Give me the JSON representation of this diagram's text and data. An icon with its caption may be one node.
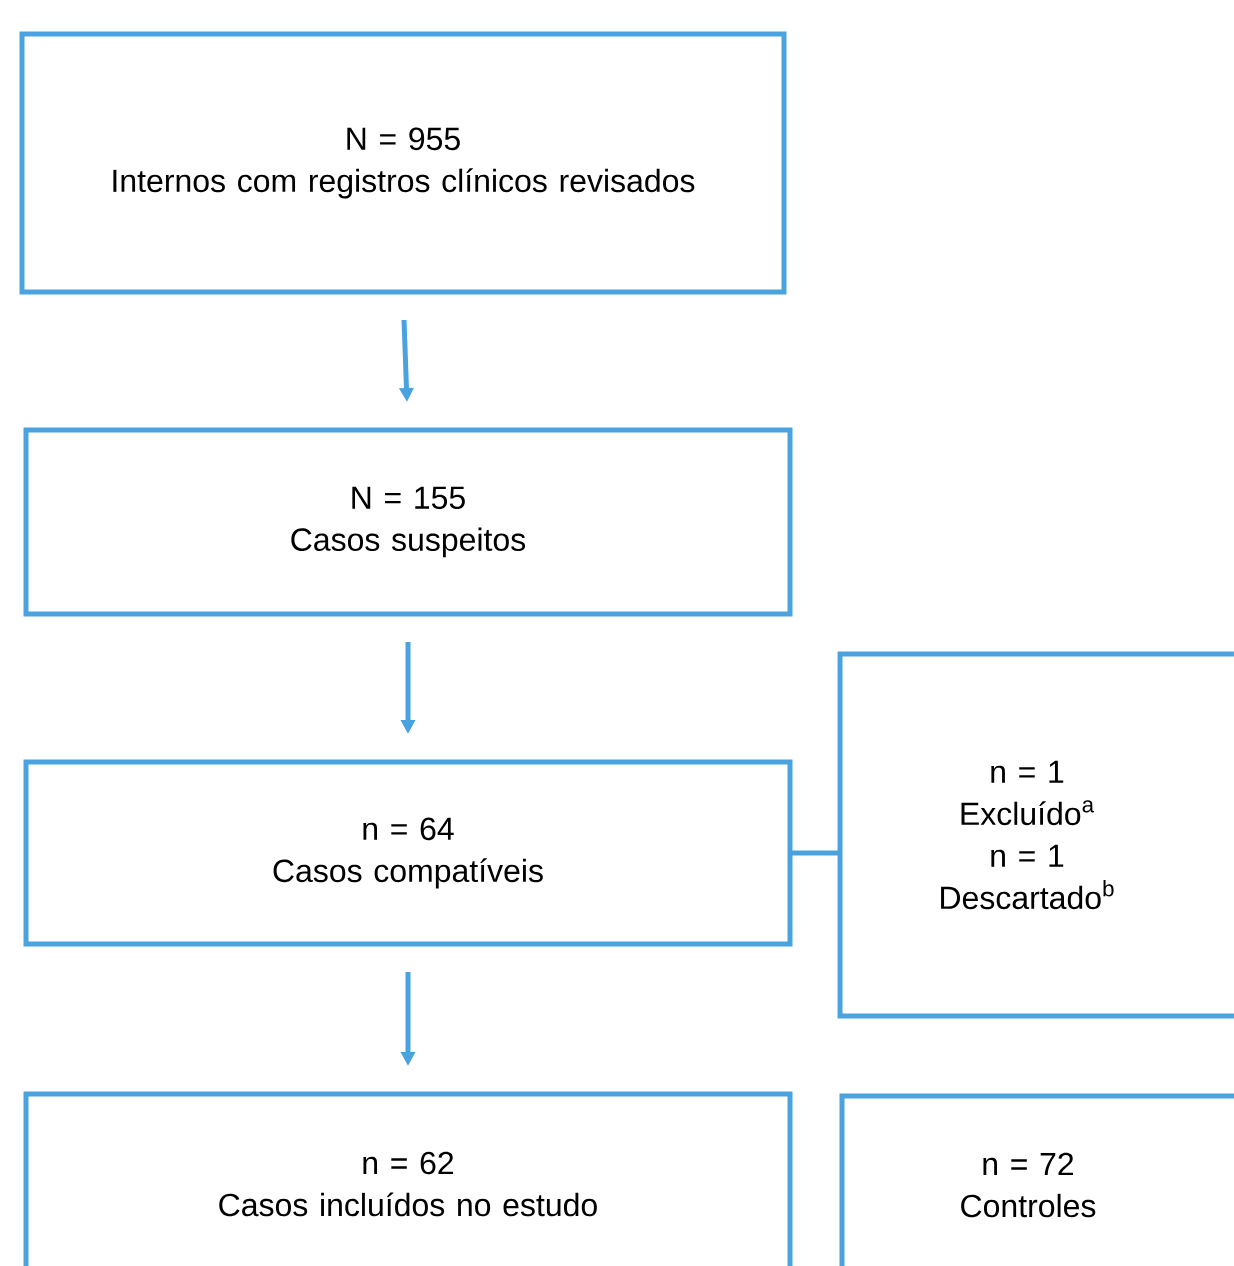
{
  "diagram": {
    "nodes": [
      {
        "text": [
          "N = 955",
          "Internos com registros clínicos revisados"
        ]
      },
      {
        "text": [
          "N = 155",
          "Casos suspeitos"
        ]
      },
      {
        "text": [
          "n = 64",
          "Casos compatíveis"
        ]
      },
      {
        "text": [
          "n = 1",
          "Excluído$^{a}$",
          "n = 1",
          "Descartado$^{b}$"
        ]
      },
      {
        "text": [
          "n = 62",
          "Casos incluídos no estudo"
        ]
      },
      {
        "text": [
          "n = 72",
          "Controles"
        ]
      }
    ],
    "edges": [
      {
        "from": 0,
        "to": 1,
        "arrow": "to"
      },
      {
        "from": 1,
        "to": 2,
        "arrow": "to"
      },
      {
        "from": 2,
        "to": 4,
        "arrow": "to"
      },
      {
        "from": 2,
        "to": 3,
        "arrow": "none"
      }
    ]
  }
}
